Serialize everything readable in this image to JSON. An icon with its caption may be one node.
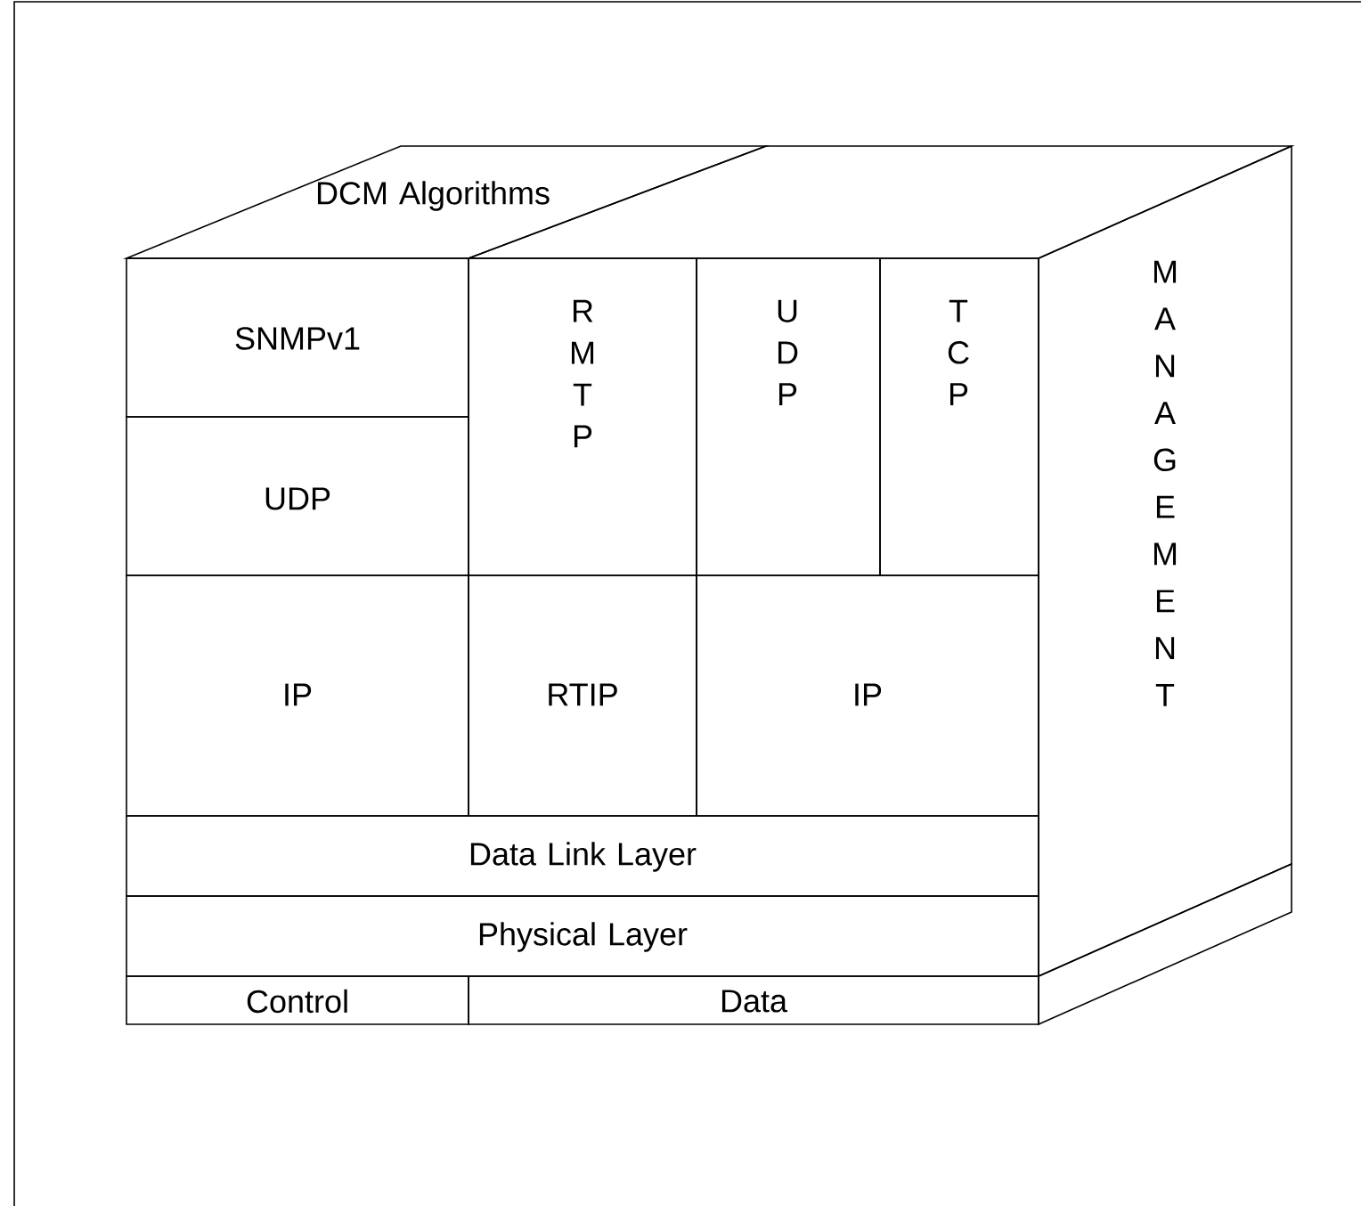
{
  "diagram": {
    "nodes": [
      {
        "text": [
          "DCM Algorithms"
        ]
      },
      {
        "text": [
          "SNMPv1"
        ]
      },
      {
        "text": [
          "R M T P"
        ]
      },
      {
        "text": [
          "U D P"
        ]
      },
      {
        "text": [
          "T C P"
        ]
      },
      {
        "text": [
          "M A N A G E M E N T"
        ]
      },
      {
        "text": [
          "UDP"
        ]
      },
      {
        "text": [
          "IP"
        ]
      },
      {
        "text": [
          "RTIP"
        ]
      },
      {
        "text": [
          "IP"
        ]
      },
      {
        "text": [
          "Data Link Layer"
        ]
      },
      {
        "text": [
          "Physical Layer"
        ]
      },
      {
        "text": [
          "Control"
        ]
      },
      {
        "text": [
          "Data"
        ]
      }
    ]
  }
}
